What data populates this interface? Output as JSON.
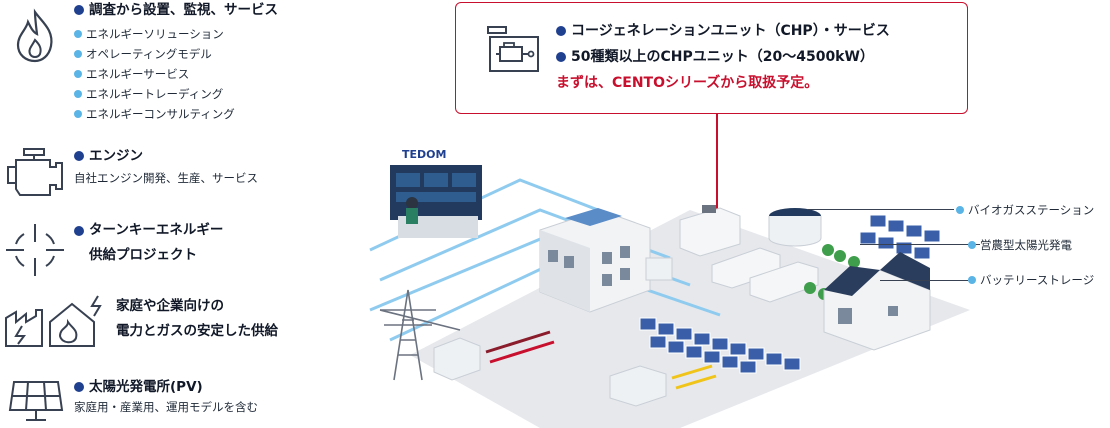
{
  "colors": {
    "dark_blue": "#1f3f8f",
    "light_blue": "#5ab4e6",
    "accent_red": "#c8102e"
  },
  "services": [
    {
      "icon": "flame-icon",
      "title": "調査から設置、監視、サービス",
      "items": [
        "エネルギーソリューション",
        "オペレーティングモデル",
        "エネルギーサービス",
        "エネルギートレーディング",
        "エネルギーコンサルティング"
      ]
    },
    {
      "icon": "engine-icon",
      "title": "エンジン",
      "description": "自社エンジン開発、生産、サービス"
    },
    {
      "icon": "target-icon",
      "title_line1": "ターンキーエネルギー",
      "title_line2": "供給プロジェクト"
    },
    {
      "icon": "houses-icon",
      "title_line1": "家庭や企業向けの",
      "title_line2": "電力とガスの安定した供給"
    },
    {
      "icon": "solar-panel-icon",
      "title": "太陽光発電所(PV)",
      "description": "家庭用・産業用、運用モデルを含む"
    }
  ],
  "callout": {
    "icon": "chp-engine-icon",
    "line1": "コージェネレーションユニット（CHP）・サービス",
    "line2": "50種類以上のCHPユニット（20〜4500kW）",
    "line3": "まずは、CENTOシリーズから取扱予定。"
  },
  "scene": {
    "brand_label": "TEDOM"
  },
  "legend": [
    "バイオガスステーション",
    "営農型太陽光発電",
    "バッテリーストレージ"
  ]
}
